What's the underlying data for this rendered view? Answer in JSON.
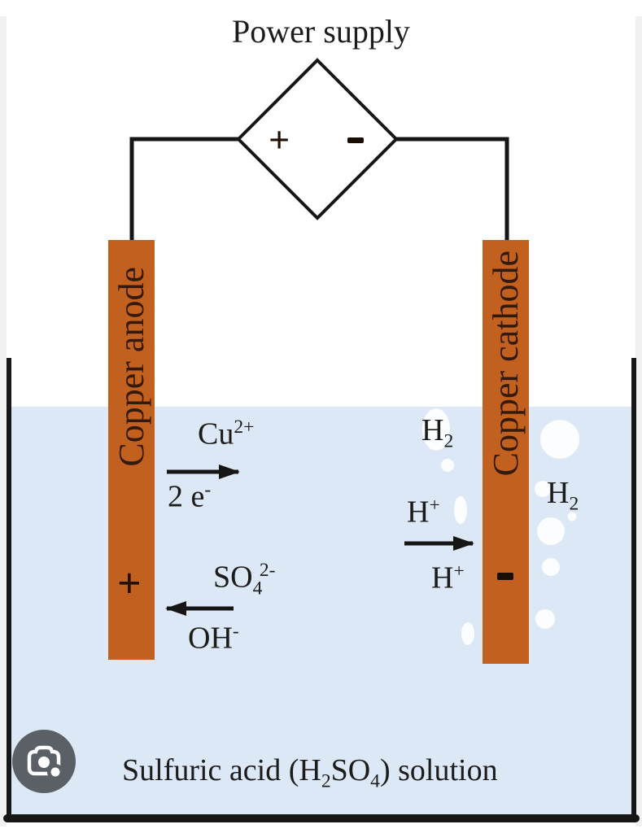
{
  "title": "Power supply",
  "power_supply": {
    "plus": "+",
    "minus": "-"
  },
  "anode": {
    "label": "Copper anode",
    "charge": "+"
  },
  "cathode": {
    "label": "Copper cathode",
    "charge": "-"
  },
  "reactions": {
    "cu": {
      "base": "Cu",
      "sup": "2+"
    },
    "electrons": {
      "base": "2 e",
      "sup": "-"
    },
    "sulfate": {
      "base": "SO",
      "sub": "4",
      "sup": "2-"
    },
    "hydroxide": {
      "base": "OH",
      "sup": "-"
    },
    "h2_left": {
      "base": "H",
      "sub": "2"
    },
    "h_plus_upper": {
      "base": "H",
      "sup": "+"
    },
    "h_plus_lower": {
      "base": "H",
      "sup": "+"
    },
    "h2_right": {
      "base": "H",
      "sub": "2"
    }
  },
  "solution": {
    "p1": "Sulfuric acid (H",
    "sub1": "2",
    "p2": "SO",
    "sub2": "4",
    "p3": ") solution"
  },
  "icons": {
    "lens_camera": "google-lens-camera-icon"
  },
  "colors": {
    "copper": "#c2611f",
    "solution_fill": "#dce8f5",
    "line": "#161616",
    "electrode_text": "#35190a",
    "lens_button_bg": "#5a6065",
    "background": "#ffffff"
  }
}
